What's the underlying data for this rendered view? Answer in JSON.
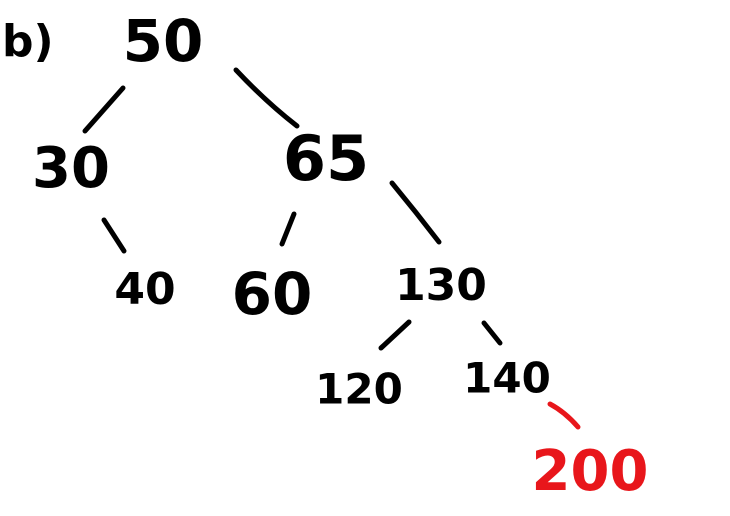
{
  "part_label": "b)",
  "colors": {
    "ink": "#000000",
    "inserted": "#e8161b"
  },
  "tree": {
    "nodes": [
      {
        "id": "n50",
        "label": "50",
        "inserted": false
      },
      {
        "id": "n30",
        "label": "30",
        "inserted": false
      },
      {
        "id": "n65",
        "label": "65",
        "inserted": false
      },
      {
        "id": "n40",
        "label": "40",
        "inserted": false
      },
      {
        "id": "n60",
        "label": "60",
        "inserted": false
      },
      {
        "id": "n130",
        "label": "130",
        "inserted": false
      },
      {
        "id": "n120",
        "label": "120",
        "inserted": false
      },
      {
        "id": "n140",
        "label": "140",
        "inserted": false
      },
      {
        "id": "n200",
        "label": "200",
        "inserted": true
      }
    ],
    "edges": [
      {
        "from": "n50",
        "to": "n30",
        "inserted": false
      },
      {
        "from": "n50",
        "to": "n65",
        "inserted": false
      },
      {
        "from": "n30",
        "to": "n40",
        "inserted": false
      },
      {
        "from": "n65",
        "to": "n60",
        "inserted": false
      },
      {
        "from": "n65",
        "to": "n130",
        "inserted": false
      },
      {
        "from": "n130",
        "to": "n120",
        "inserted": false
      },
      {
        "from": "n130",
        "to": "n140",
        "inserted": false
      },
      {
        "from": "n140",
        "to": "n200",
        "inserted": true
      }
    ]
  }
}
